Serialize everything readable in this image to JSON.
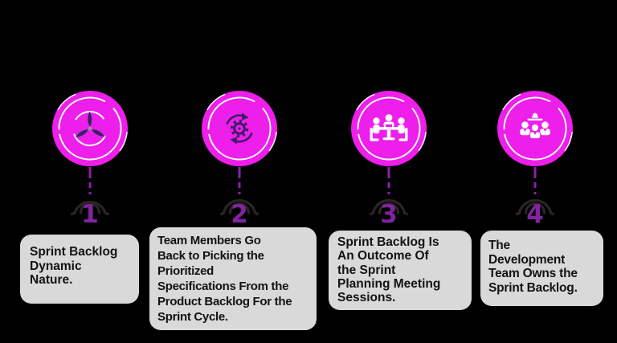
{
  "title": "Sprint Backlog infographic",
  "colors": {
    "background": "#000000",
    "badge_magenta": "#EE1EEB",
    "icon_dark_purple": "#3E1D66",
    "connector_purple": "#8E1FA8",
    "arc_dark": "#2B2526",
    "number_purple": "#8224A0",
    "box_background": "#D9D9D9",
    "box_text": "#121212",
    "ring_white": "#FFFFFF"
  },
  "items": [
    {
      "number": "1",
      "icon": "wind-turbine-icon",
      "description": "Sprint Backlog\nDynamic\nNature."
    },
    {
      "number": "2",
      "icon": "iteration-cycle-icon",
      "description": "Team Members Go\nBack to Picking the\nPrioritized\nSpecifications From the\nProduct Backlog For the\nSprint Cycle."
    },
    {
      "number": "3",
      "icon": "meeting-icon",
      "description": "Sprint Backlog Is\nAn Outcome Of\nthe Sprint\nPlanning Meeting\nSessions."
    },
    {
      "number": "4",
      "icon": "team-icon",
      "description": "The\nDevelopment\nTeam Owns the\nSprint Backlog."
    }
  ]
}
